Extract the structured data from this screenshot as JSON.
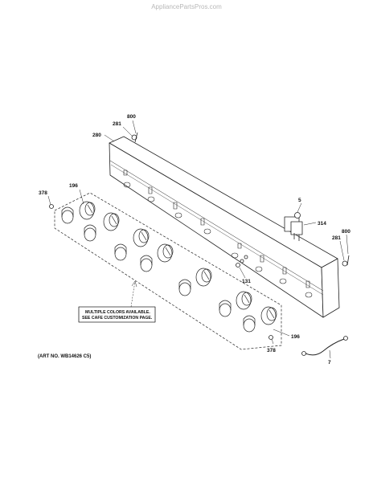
{
  "watermark": "AppliancePartsPros.com",
  "callouts": {
    "p800a": "800",
    "p281a": "281",
    "p280": "280",
    "p196a": "196",
    "p378a": "378",
    "p5": "5",
    "p314": "314",
    "p800b": "800",
    "p281b": "281",
    "p131": "131",
    "p196b": "196",
    "p378b": "378",
    "p7": "7"
  },
  "note": {
    "line1": "MULTIPLE COLORS AVAILABLE.",
    "line2": "SEE CAFE CUSTOMIZATION PAGE."
  },
  "art_number": "(ART NO. WB14626 C5)"
}
